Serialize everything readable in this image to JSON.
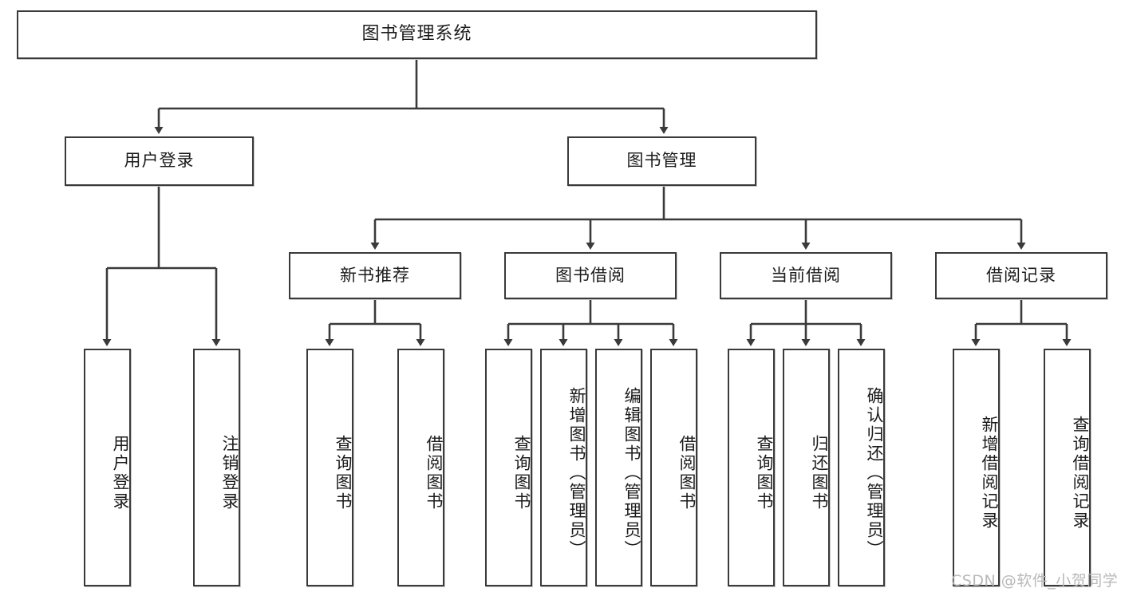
{
  "diagram": {
    "title": "图书管理系统",
    "watermark": "CSDN @软件_小贺同学",
    "colors": {
      "stroke": "#3a3a3a",
      "text": "#1b1b1b",
      "background": "#ffffff",
      "watermark": "#b9b9b9"
    },
    "root": {
      "label": "图书管理系统"
    },
    "level2": [
      {
        "label": "用户登录"
      },
      {
        "label": "图书管理"
      }
    ],
    "level3": [
      {
        "label": "新书推荐"
      },
      {
        "label": "图书借阅"
      },
      {
        "label": "当前借阅"
      },
      {
        "label": "借阅记录"
      }
    ],
    "leaves": {
      "user_login": [
        {
          "label": "用户登录"
        },
        {
          "label": "注销登录"
        }
      ],
      "new_book_recommend": [
        {
          "label": "查询图书"
        },
        {
          "label": "借阅图书"
        }
      ],
      "book_borrow": [
        {
          "label": "查询图书"
        },
        {
          "label": "新增图书（管理员）"
        },
        {
          "label": "编辑图书（管理员）"
        },
        {
          "label": "借阅图书"
        }
      ],
      "current_borrow": [
        {
          "label": "查询图书"
        },
        {
          "label": "归还图书"
        },
        {
          "label": "确认归还（管理员）"
        }
      ],
      "borrow_record": [
        {
          "label": "新增借阅记录"
        },
        {
          "label": "查询借阅记录"
        }
      ]
    }
  },
  "chart_data": {
    "type": "tree",
    "title": "图书管理系统",
    "nodes": [
      {
        "id": "root",
        "label": "图书管理系统",
        "level": 0,
        "parent": null
      },
      {
        "id": "user-login",
        "label": "用户登录",
        "level": 1,
        "parent": "root"
      },
      {
        "id": "book-manage",
        "label": "图书管理",
        "level": 1,
        "parent": "root"
      },
      {
        "id": "ul-1",
        "label": "用户登录",
        "level": 2,
        "parent": "user-login"
      },
      {
        "id": "ul-2",
        "label": "注销登录",
        "level": 2,
        "parent": "user-login"
      },
      {
        "id": "new-book",
        "label": "新书推荐",
        "level": 2,
        "parent": "book-manage"
      },
      {
        "id": "book-borrow",
        "label": "图书借阅",
        "level": 2,
        "parent": "book-manage"
      },
      {
        "id": "cur-borrow",
        "label": "当前借阅",
        "level": 2,
        "parent": "book-manage"
      },
      {
        "id": "borrow-rec",
        "label": "借阅记录",
        "level": 2,
        "parent": "book-manage"
      },
      {
        "id": "nb-1",
        "label": "查询图书",
        "level": 3,
        "parent": "new-book"
      },
      {
        "id": "nb-2",
        "label": "借阅图书",
        "level": 3,
        "parent": "new-book"
      },
      {
        "id": "bb-1",
        "label": "查询图书",
        "level": 3,
        "parent": "book-borrow"
      },
      {
        "id": "bb-2",
        "label": "新增图书（管理员）",
        "level": 3,
        "parent": "book-borrow"
      },
      {
        "id": "bb-3",
        "label": "编辑图书（管理员）",
        "level": 3,
        "parent": "book-borrow"
      },
      {
        "id": "bb-4",
        "label": "借阅图书",
        "level": 3,
        "parent": "book-borrow"
      },
      {
        "id": "cb-1",
        "label": "查询图书",
        "level": 3,
        "parent": "cur-borrow"
      },
      {
        "id": "cb-2",
        "label": "归还图书",
        "level": 3,
        "parent": "cur-borrow"
      },
      {
        "id": "cb-3",
        "label": "确认归还（管理员）",
        "level": 3,
        "parent": "cur-borrow"
      },
      {
        "id": "br-1",
        "label": "新增借阅记录",
        "level": 3,
        "parent": "borrow-rec"
      },
      {
        "id": "br-2",
        "label": "查询借阅记录",
        "level": 3,
        "parent": "borrow-rec"
      }
    ]
  }
}
